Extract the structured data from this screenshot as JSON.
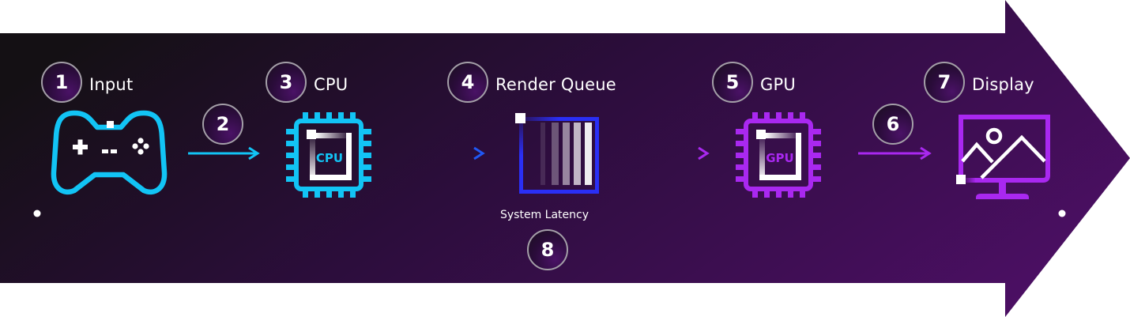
{
  "diagram": {
    "title": "System Latency Pipeline",
    "colors": {
      "input": "#12c4f5",
      "cpu": "#12c4f5",
      "render_queue": "#2a2ff5",
      "gpu": "#a928f0",
      "display": "#a928f0",
      "arrow_1": "#12c4f5",
      "arrow_2": "#1e7af5",
      "arrow_3_start": "#2a2ff5",
      "arrow_3_end": "#a928f0",
      "arrow_4": "#a928f0",
      "band_start": "#141014",
      "band_end": "#4b0f63"
    },
    "stages": [
      {
        "number": "1",
        "label": "Input",
        "icon": "gamepad-icon"
      },
      {
        "number": "3",
        "label": "CPU",
        "icon": "cpu-chip-icon",
        "chip_text": "CPU"
      },
      {
        "number": "4",
        "label": "Render Queue",
        "icon": "render-queue-icon"
      },
      {
        "number": "5",
        "label": "GPU",
        "icon": "gpu-chip-icon",
        "chip_text": "GPU"
      },
      {
        "number": "7",
        "label": "Display",
        "icon": "monitor-icon"
      }
    ],
    "transitions": [
      {
        "number": "2",
        "from": "Input",
        "to": "CPU"
      },
      {
        "number": "",
        "from": "CPU",
        "to": "Render Queue"
      },
      {
        "number": "",
        "from": "Render Queue",
        "to": "GPU"
      },
      {
        "number": "6",
        "from": "GPU",
        "to": "Display"
      }
    ],
    "latency": {
      "label": "System Latency",
      "number": "8"
    }
  }
}
